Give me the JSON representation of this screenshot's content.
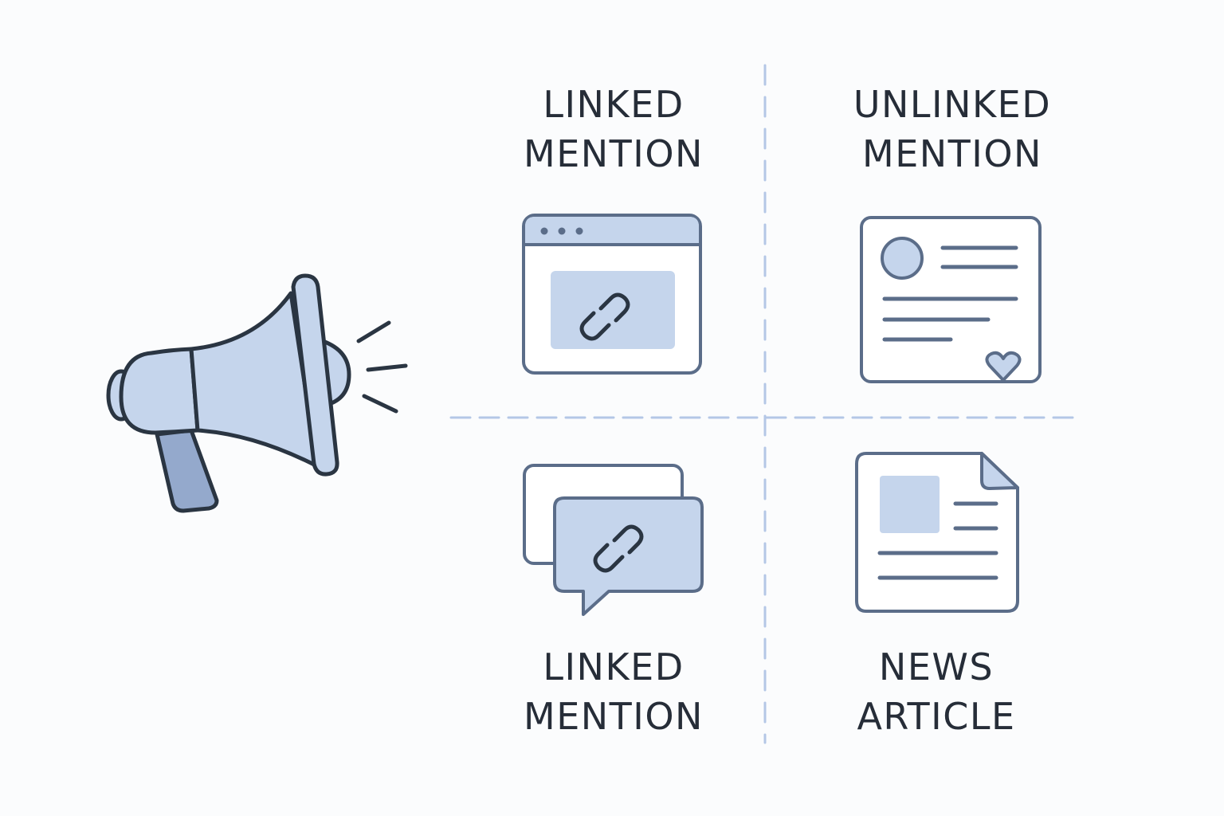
{
  "diagram": {
    "colors": {
      "background": "#fbfcfd",
      "stroke": "#5b6d89",
      "dark_stroke": "#2a3542",
      "fill_light": "#c5d5ec",
      "fill_handle": "#94a9cc",
      "divider": "#b4c7e6",
      "text": "#262d38"
    },
    "megaphone": {
      "icon": "megaphone-icon"
    },
    "quadrants": [
      {
        "position": "top-left",
        "title_line1": "LINKED",
        "title_line2": "MENTION",
        "icon": "browser-window-link-icon"
      },
      {
        "position": "top-right",
        "title_line1": "UNLINKED",
        "title_line2": "MENTION",
        "icon": "social-post-heart-icon"
      },
      {
        "position": "bottom-left",
        "title_line1": "LINKED",
        "title_line2": "MENTION",
        "icon": "chat-bubbles-link-icon"
      },
      {
        "position": "bottom-right",
        "title_line1": "NEWS",
        "title_line2": "ARTICLE",
        "icon": "news-article-document-icon"
      }
    ]
  }
}
